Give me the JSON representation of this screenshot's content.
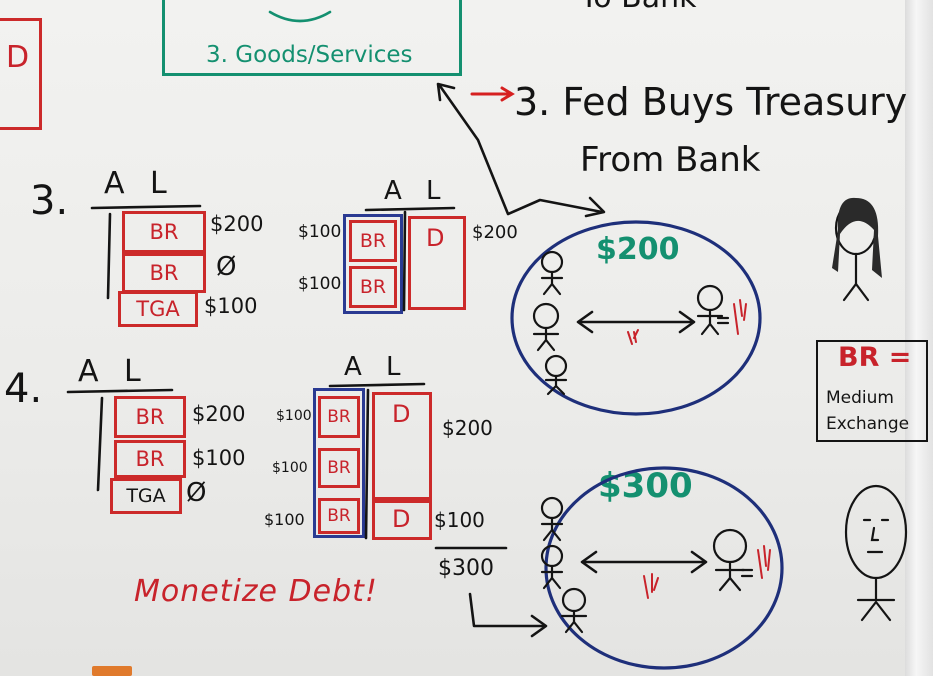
{
  "whiteboard": {
    "top": {
      "goods_services": "3. Goods/Services",
      "to_bank": "To Bank",
      "d_label": "D"
    },
    "heading": {
      "line1": "3. Fed Buys Treasury",
      "line2": "From Bank"
    },
    "step3": {
      "number": "3.",
      "fed_header": "A L",
      "fed_rows": [
        {
          "label": "BR",
          "value": "$200"
        },
        {
          "label": "BR",
          "value": "Ø"
        },
        {
          "label": "TGA",
          "value": "$100"
        }
      ],
      "bank_header": "A L",
      "bank_assets": [
        {
          "amount": "$100",
          "label": "BR"
        },
        {
          "amount": "$100",
          "label": "BR"
        }
      ],
      "bank_liability": "D",
      "bank_liability_amount": "$200"
    },
    "step4": {
      "number": "4.",
      "fed_header": "A L",
      "fed_rows": [
        {
          "label": "BR",
          "value": "$200"
        },
        {
          "label": "BR",
          "value": "$100"
        },
        {
          "label": "TGA",
          "value": "Ø"
        }
      ],
      "bank_header": "A L",
      "bank_assets": [
        {
          "amount": "$100",
          "label": "BR"
        },
        {
          "amount": "$100",
          "label": "BR"
        },
        {
          "amount": "$100",
          "label": "BR"
        }
      ],
      "bank_liabilities": [
        {
          "label": "D",
          "amount": "$200"
        },
        {
          "label": "D",
          "amount": "$100"
        }
      ],
      "total": "$300"
    },
    "circle1_amount": "$200",
    "circle2_amount": "$300",
    "monetize": "Monetize Debt!",
    "legend": {
      "title": "BR =",
      "line1": "Medium",
      "line2": "Exchange"
    },
    "colors": {
      "marker_black": "#141414",
      "marker_red": "#c8232b",
      "marker_green": "#149070",
      "marker_blue": "#1e2f7a"
    }
  }
}
